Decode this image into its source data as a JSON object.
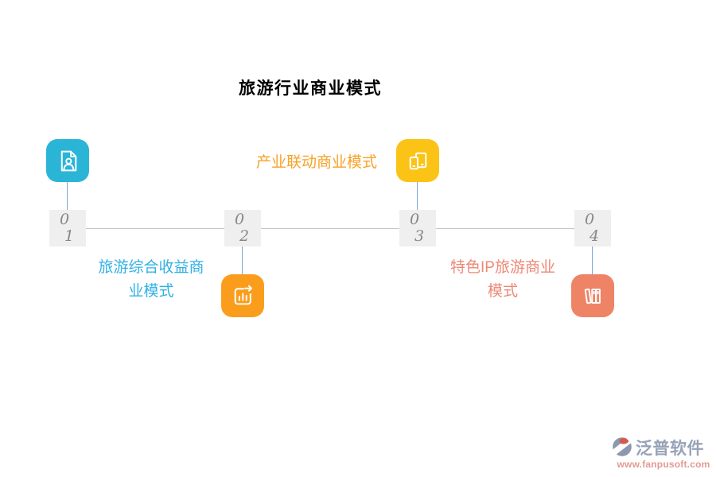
{
  "title": "旅游行业商业模式",
  "steps": [
    {
      "num_top": "0",
      "num_bottom": "1",
      "icon": "document-user-icon",
      "color": "#2ab5d7"
    },
    {
      "num_top": "0",
      "num_bottom": "2",
      "icon": "chart-growth-icon",
      "color": "#fa9d1c"
    },
    {
      "num_top": "0",
      "num_bottom": "3",
      "icon": "devices-icon",
      "color": "#fbc316"
    },
    {
      "num_top": "0",
      "num_bottom": "4",
      "icon": "books-icon",
      "color": "#ef8366"
    }
  ],
  "labels": {
    "cyan": {
      "line1": "旅游综合收益商",
      "line2": "业模式",
      "color": "#30b1e5"
    },
    "orange": {
      "line1": "产业联动商业模式",
      "color": "#f9a227"
    },
    "salmon": {
      "line1": "特色IP旅游商业",
      "line2": "模式",
      "color": "#ee8876"
    }
  },
  "logo": {
    "name": "泛普软件",
    "url": "www.fanpusoft.com"
  },
  "colors": {
    "box_bg": "#efefef",
    "number_text": "#85878a",
    "horizontal_line": "#c6c6c6",
    "vertical_line": "#7aa5d6",
    "title_text": "#000000",
    "logo_text": "#97a2b8",
    "logo_url_text": "#e29a92",
    "logo_mark_gray": "#8c98ae",
    "logo_mark_red": "#d6584e"
  }
}
